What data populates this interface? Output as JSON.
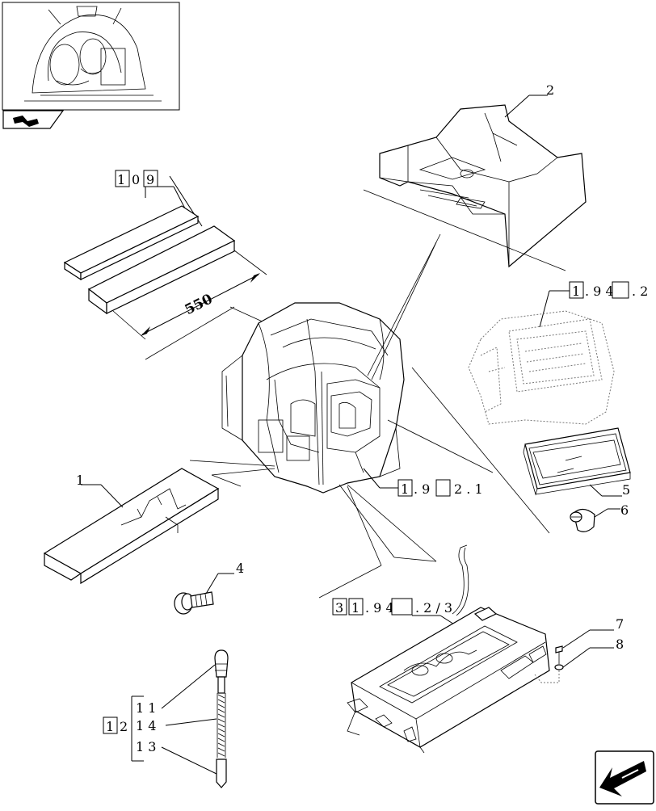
{
  "callouts": {
    "c1": "1",
    "c2": "2",
    "c4": "4",
    "c5": "5",
    "c6": "6",
    "c7": "7",
    "c8": "8"
  },
  "refs": {
    "r109_a": "1",
    "r109_b": "0",
    "r109_c": "9",
    "r194_a": "1",
    "r194_b": ". 9 4",
    "r194_c": ". 2",
    "r192_a": "1",
    "r192_b": ". 9",
    "r192_c": "2 . 1",
    "r3194_a": "3",
    "r3194_b": "1",
    "r3194_c": ". 9 4",
    "r3194_d": ". 2 / 3",
    "r12_a": "1",
    "r12_b": "2",
    "r11": "1 1",
    "r14": "1 4",
    "r13": "1 3"
  },
  "dimension": {
    "length": "550"
  }
}
